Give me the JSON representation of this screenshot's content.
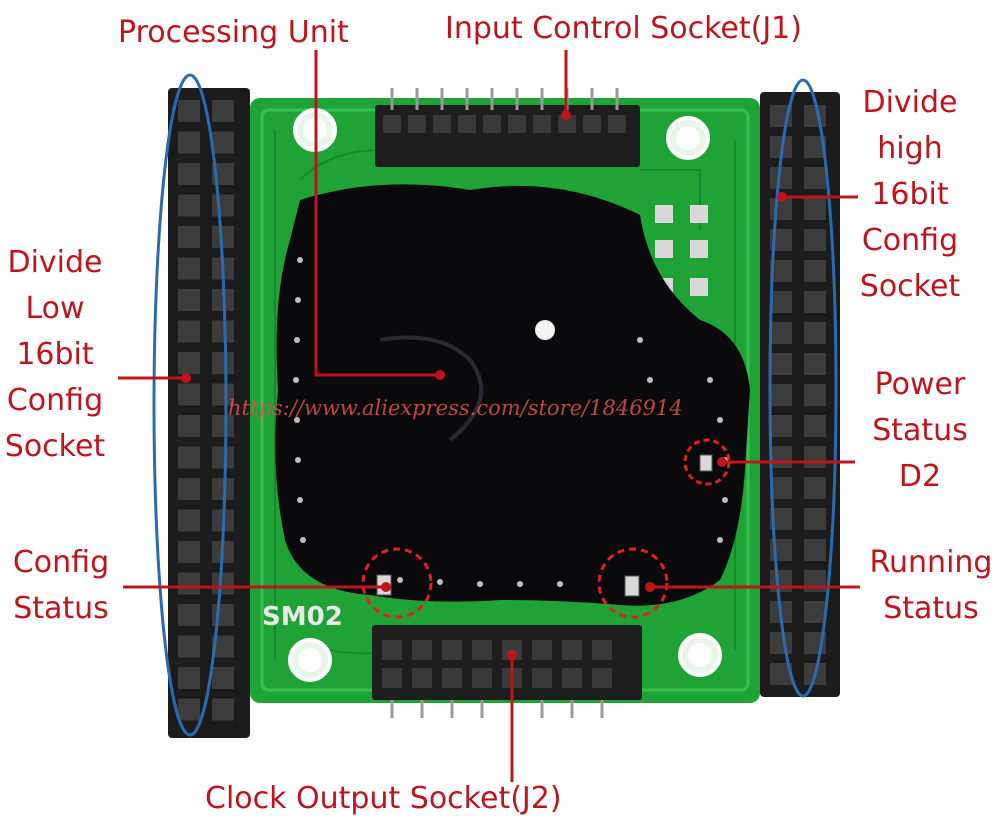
{
  "labels": {
    "processing_unit": [
      "Processing Unit"
    ],
    "input_control": [
      "Input Control Socket(J1)"
    ],
    "divide_high": [
      "Divide",
      "high",
      "16bit",
      "Config",
      "Socket"
    ],
    "divide_low": [
      "Divide",
      "Low",
      "16bit",
      "Config",
      "Socket"
    ],
    "power_status": [
      "Power",
      "Status",
      "D2"
    ],
    "config_status": [
      "Config",
      "Status"
    ],
    "running_status": [
      "Running",
      "Status"
    ],
    "clock_output": [
      "Clock Output Socket(J2)"
    ]
  },
  "board": {
    "silkscreen": "SM02",
    "watermark": "https://www.aliexpress.com/store/1846914"
  },
  "colors": {
    "label": "#c0141c",
    "board": "#20a838",
    "chip": "#0a0a0c",
    "pins": "#2a2a2a",
    "ellipse": "#2a6bb0"
  }
}
